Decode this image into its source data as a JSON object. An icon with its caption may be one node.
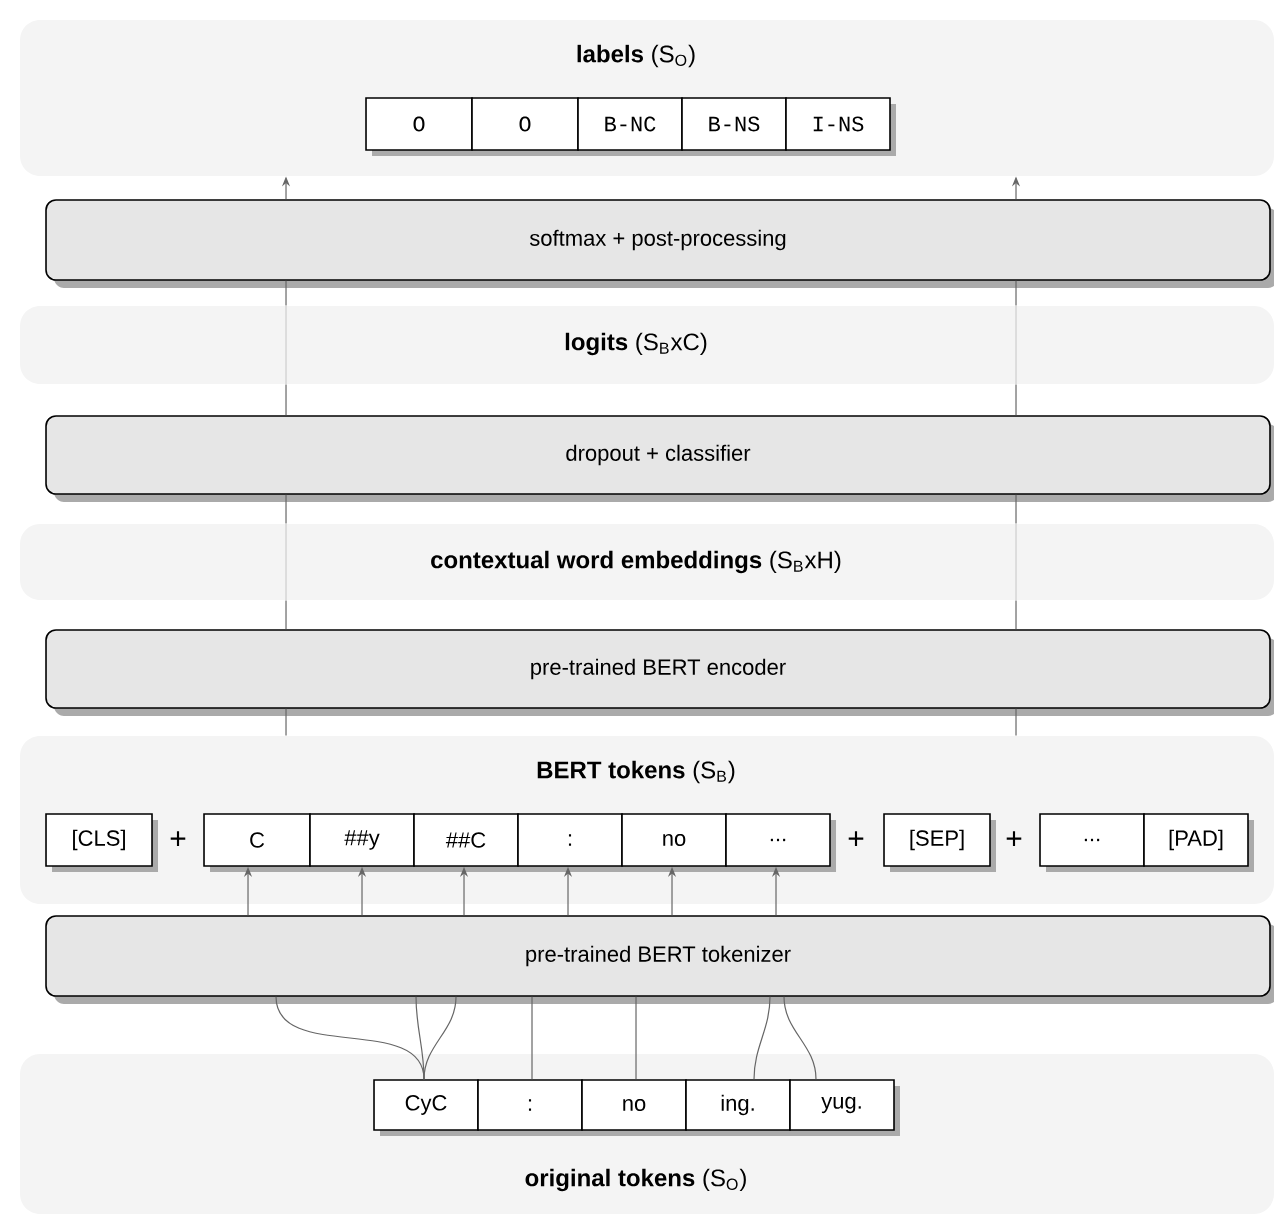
{
  "diagram": {
    "nodes": [
      {
        "text": [
          "**labels** (S$_{O}$)"
        ]
      },
      {
        "text": [
          "O"
        ],
        "in": 0
      },
      {
        "text": [
          "O"
        ],
        "in": 0
      },
      {
        "text": [
          "B-NC"
        ],
        "in": 0
      },
      {
        "text": [
          "B-NS"
        ],
        "in": 0
      },
      {
        "text": [
          "I-NS"
        ],
        "in": 0
      },
      {
        "text": [
          "softmax + post-processing"
        ]
      },
      {
        "text": [
          "**logits** (S$_{B}$xC)"
        ]
      },
      {
        "text": [
          "dropout + classifier"
        ]
      },
      {
        "text": [
          "**contextual word embeddings** (S$_{B}$xH)"
        ]
      },
      {
        "text": [
          "pre-trained BERT encoder"
        ]
      },
      {
        "text": [
          "**BERT tokens** (S$_{B}$)"
        ]
      },
      {
        "text": [
          "[CLS]"
        ],
        "in": 11
      },
      {
        "text": [
          "C"
        ],
        "in": 11
      },
      {
        "text": [
          "##y"
        ],
        "in": 11
      },
      {
        "text": [
          "##C"
        ],
        "in": 11
      },
      {
        "text": [
          ":"
        ],
        "in": 11
      },
      {
        "text": [
          "no"
        ],
        "in": 11
      },
      {
        "text": [
          "..."
        ],
        "in": 11
      },
      {
        "text": [
          "[SEP]"
        ],
        "in": 11
      },
      {
        "text": [
          "..."
        ],
        "in": 11
      },
      {
        "text": [
          "[PAD]"
        ],
        "in": 11
      },
      {
        "text": [
          "pre-trained BERT tokenizer"
        ]
      },
      {
        "text": [
          "**original tokens** (S$_{O}$)"
        ]
      },
      {
        "text": [
          "CyC"
        ],
        "in": 23
      },
      {
        "text": [
          ":"
        ],
        "in": 23
      },
      {
        "text": [
          "no"
        ],
        "in": 23
      },
      {
        "text": [
          "ing."
        ],
        "in": 23
      },
      {
        "text": [
          "yug."
        ],
        "in": 23
      }
    ],
    "edges": [
      {
        "from": 24,
        "to": 22,
        "arrow": "none"
      },
      {
        "from": 24,
        "to": 22,
        "arrow": "none"
      },
      {
        "from": 24,
        "to": 22,
        "arrow": "none"
      },
      {
        "from": 25,
        "to": 22,
        "arrow": "none"
      },
      {
        "from": 26,
        "to": 22,
        "arrow": "none"
      },
      {
        "from": 27,
        "to": 22,
        "arrow": "none"
      },
      {
        "from": 28,
        "to": 22,
        "arrow": "none"
      },
      {
        "from": 22,
        "to": 13,
        "arrow": "to"
      },
      {
        "from": 22,
        "to": 14,
        "arrow": "to"
      },
      {
        "from": 22,
        "to": 15,
        "arrow": "to"
      },
      {
        "from": 22,
        "to": 16,
        "arrow": "to"
      },
      {
        "from": 22,
        "to": 17,
        "arrow": "to"
      },
      {
        "from": 22,
        "to": 18,
        "arrow": "to"
      },
      {
        "from": 11,
        "to": 10,
        "arrow": "none"
      },
      {
        "from": 11,
        "to": 10,
        "arrow": "none"
      },
      {
        "from": 10,
        "to": 9,
        "arrow": "none"
      },
      {
        "from": 10,
        "to": 9,
        "arrow": "none"
      },
      {
        "from": 9,
        "to": 8,
        "arrow": "none"
      },
      {
        "from": 9,
        "to": 8,
        "arrow": "none"
      },
      {
        "from": 8,
        "to": 7,
        "arrow": "none"
      },
      {
        "from": 8,
        "to": 7,
        "arrow": "none"
      },
      {
        "from": 7,
        "to": 6,
        "arrow": "none"
      },
      {
        "from": 7,
        "to": 6,
        "arrow": "none"
      },
      {
        "from": 6,
        "to": 0,
        "arrow": "to"
      },
      {
        "from": 6,
        "to": 0,
        "arrow": "to"
      }
    ],
    "labels": [
      "+",
      "+",
      "+"
    ]
  }
}
